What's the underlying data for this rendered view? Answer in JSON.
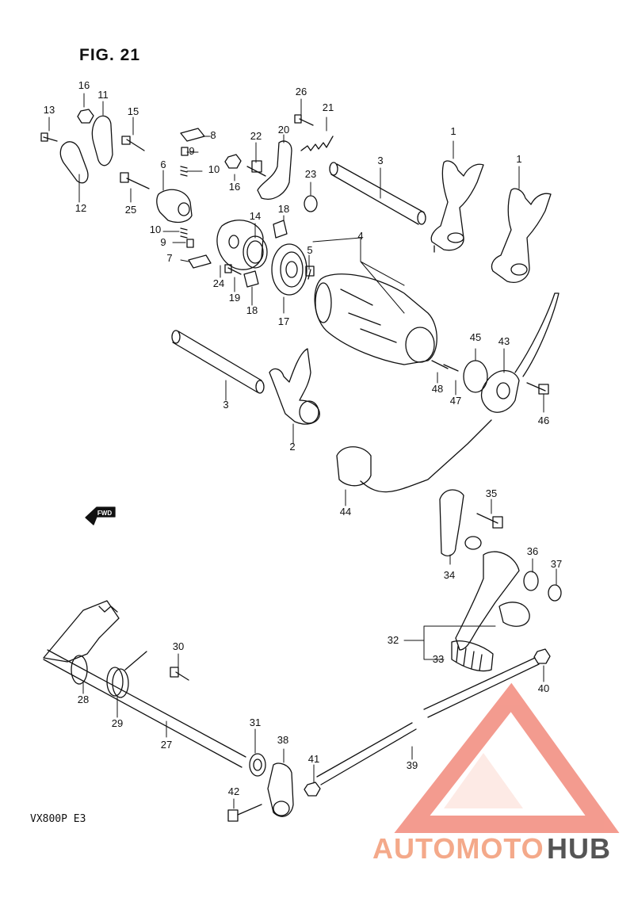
{
  "figure": {
    "title": "FIG. 21",
    "model_code": "VX800P  E3",
    "fwd_label": "FWD"
  },
  "watermark": {
    "part1": "AUTOMOTO",
    "part2": "HUB",
    "color1": "#f4a98a",
    "color2": "#555555",
    "logo_color": "#f07a6a"
  },
  "callouts": [
    "1",
    "1",
    "2",
    "3",
    "3",
    "4",
    "5",
    "6",
    "7",
    "8",
    "9",
    "9",
    "10",
    "10",
    "11",
    "12",
    "13",
    "14",
    "15",
    "16",
    "16",
    "17",
    "18",
    "18",
    "19",
    "20",
    "21",
    "22",
    "23",
    "24",
    "25",
    "26",
    "27",
    "28",
    "29",
    "30",
    "31",
    "32",
    "33",
    "34",
    "35",
    "36",
    "37",
    "38",
    "39",
    "40",
    "41",
    "42",
    "43",
    "44",
    "45",
    "46",
    "47",
    "48"
  ]
}
